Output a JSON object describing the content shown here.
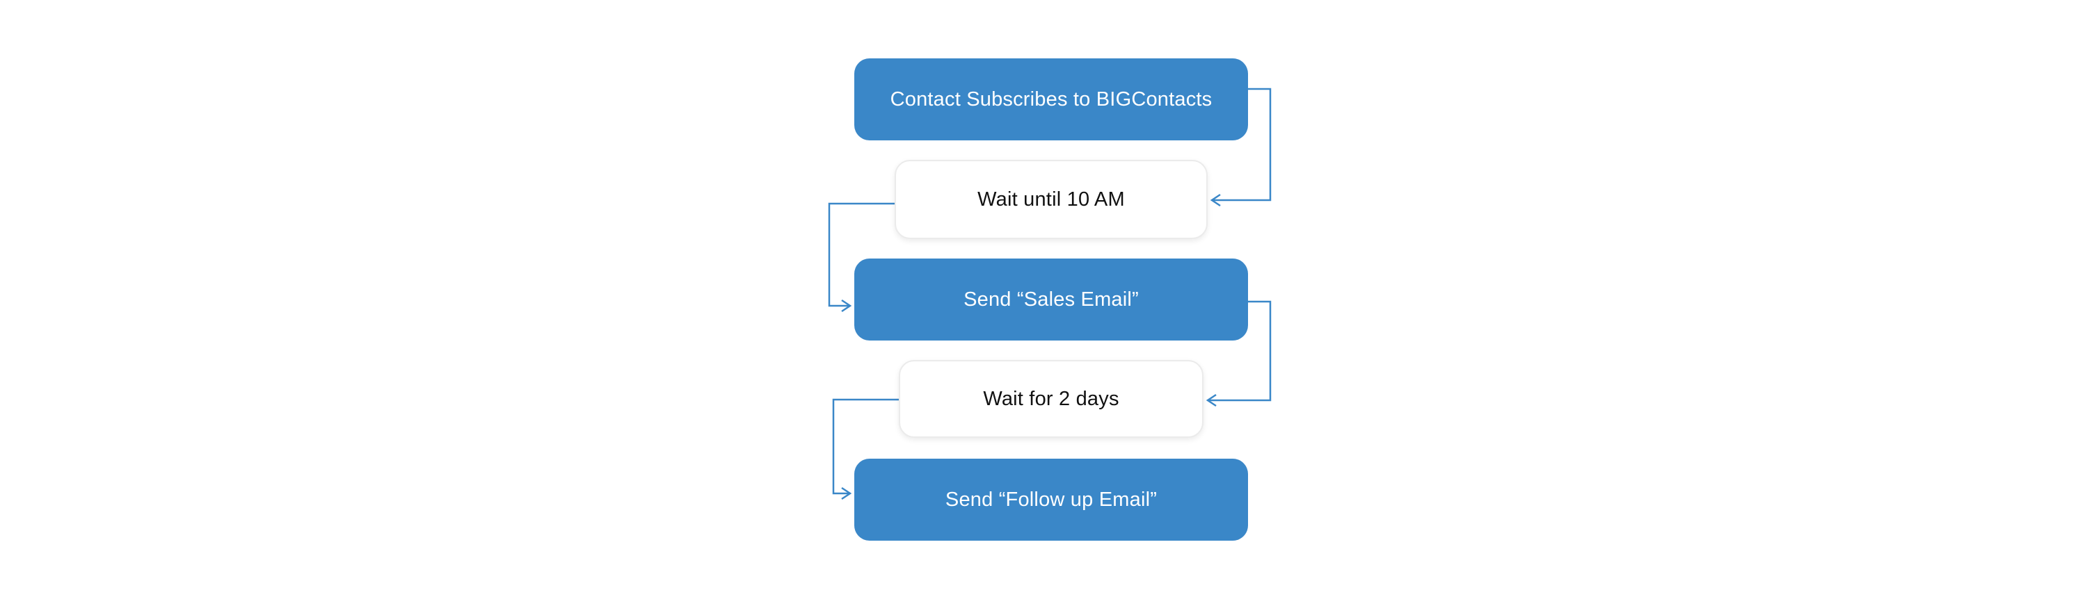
{
  "colors": {
    "action_fill": "#3a87c8",
    "connector": "#3a87c8",
    "wait_fill": "#ffffff"
  },
  "steps": [
    {
      "label": "Contact Subscribes to BIGContacts",
      "kind": "action"
    },
    {
      "label": "Wait until 10 AM",
      "kind": "wait"
    },
    {
      "label": "Send “Sales Email”",
      "kind": "action"
    },
    {
      "label": "Wait for 2 days",
      "kind": "wait"
    },
    {
      "label": "Send “Follow up Email”",
      "kind": "action"
    }
  ]
}
